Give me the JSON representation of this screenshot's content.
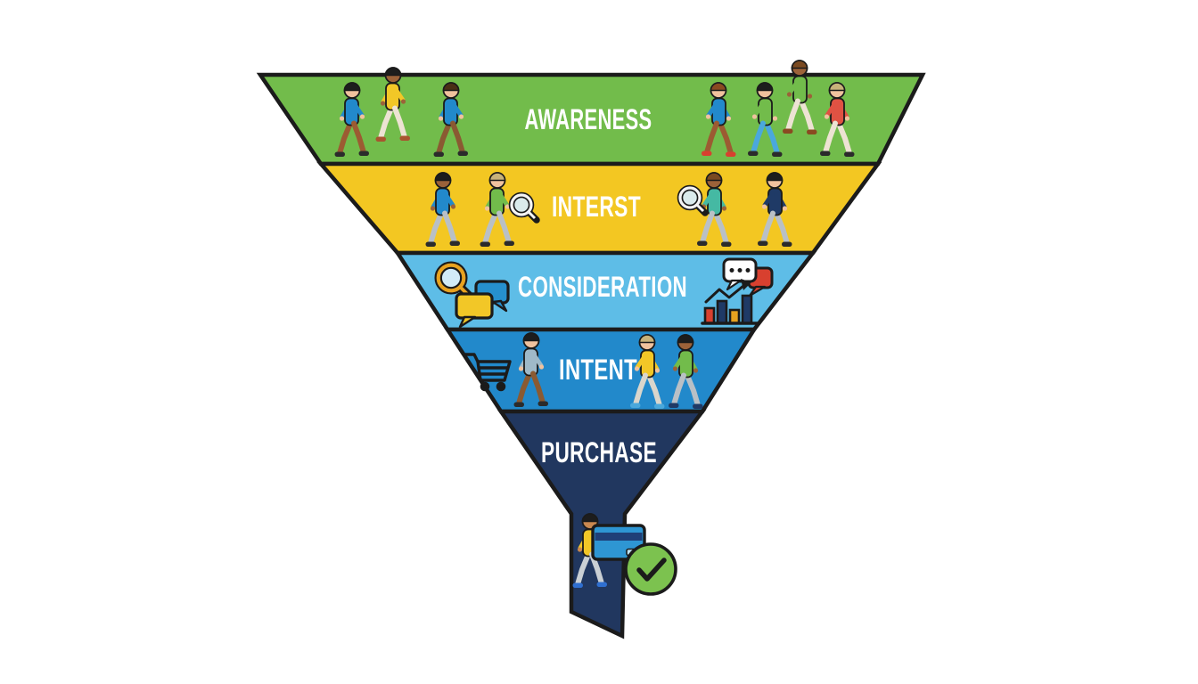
{
  "background_color": "#ffffff",
  "outline_color": "#1b1b1b",
  "funnel": {
    "type": "inverted-funnel-diagram",
    "stages": [
      {
        "id": "awareness",
        "label": "AWARENESS",
        "color": "#72BC4B",
        "label_color": "#ffffff",
        "people_count": 7,
        "decorations": [
          "walking-people"
        ]
      },
      {
        "id": "interest",
        "label": "INTERST",
        "color": "#F3C722",
        "label_color": "#ffffff",
        "people_count": 4,
        "decorations": [
          "walking-people",
          "magnifier-icon"
        ]
      },
      {
        "id": "consideration",
        "label": "CONSIDERATION",
        "color": "#5EBDE7",
        "label_color": "#ffffff",
        "people_count": 0,
        "decorations": [
          "magnifier-icon",
          "speech-bubbles-icon",
          "typing-bubble-icon",
          "bar-chart-icon"
        ]
      },
      {
        "id": "intent",
        "label": "INTENT",
        "color": "#2289CB",
        "label_color": "#ffffff",
        "people_count": 3,
        "decorations": [
          "shopping-cart-icon",
          "walking-people"
        ]
      },
      {
        "id": "purchase",
        "label": "PURCHASE",
        "color": "#21375F",
        "label_color": "#ffffff",
        "people_count": 0,
        "decorations": []
      }
    ],
    "spout": {
      "color": "#21375F",
      "people_count": 1,
      "decorations": [
        "person-with-credit-card",
        "credit-card-icon",
        "check-circle-icon"
      ]
    }
  },
  "palette": {
    "check_green": "#7CC24F",
    "card_blue": "#2E96D3",
    "card_stripe_navy": "#1F3F77",
    "card_chip_light": "#BFE3F2",
    "accent_red": "#D8402F",
    "accent_orange": "#E8A21F",
    "bubble_yellow": "#F2C727",
    "bubble_blue": "#2690CE",
    "chart_bar_navy": "#1F3A66"
  }
}
